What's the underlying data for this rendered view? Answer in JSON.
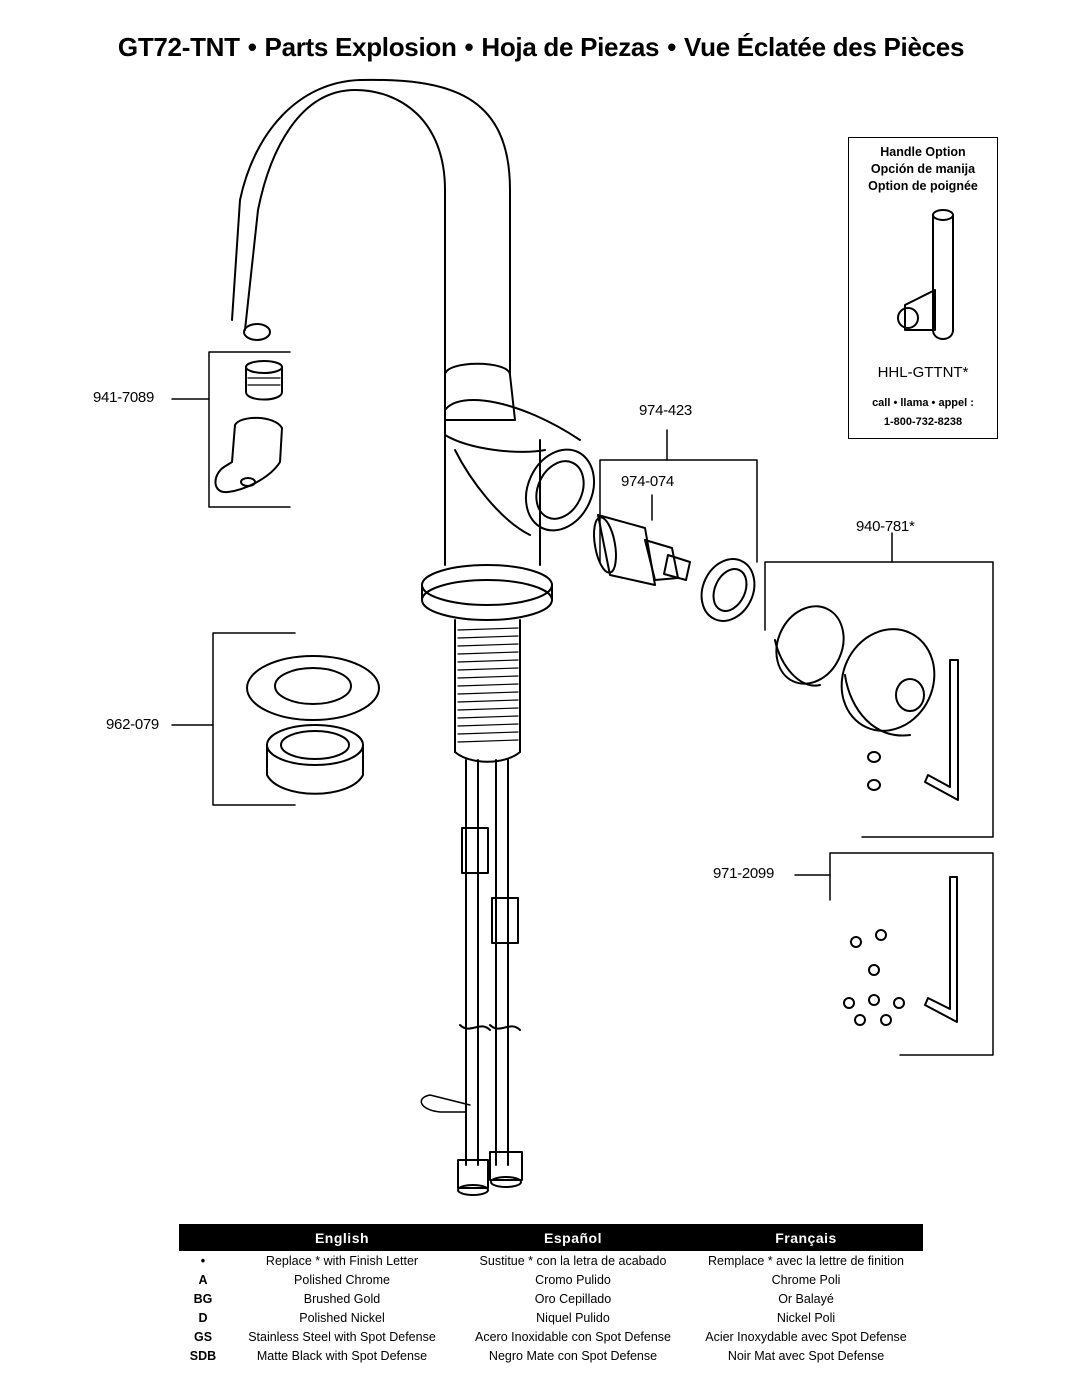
{
  "title": {
    "model": "GT72-TNT",
    "english": "Parts Explosion",
    "spanish": "Hoja de Piezas",
    "french": "Vue Éclatée des Pièces",
    "separator": "•"
  },
  "parts": {
    "aerator": "941-7089",
    "cartridge_assembly": "974-423",
    "cartridge": "974-074",
    "handle_kit": "940-781*",
    "mounting_kit": "962-079",
    "screw_kit": "971-2099"
  },
  "handle_option": {
    "title_en": "Handle Option",
    "title_es": "Opción de manija",
    "title_fr": "Option de poignée",
    "part": "HHL-GTTNT*",
    "call_label": "call • llama • appel :",
    "phone": "1-800-732-8238"
  },
  "legend": {
    "headers": [
      "English",
      "Español",
      "Français"
    ],
    "rows": [
      {
        "code": "•",
        "en": "Replace * with Finish Letter",
        "es": "Sustitue * con la letra de acabado",
        "fr": "Remplace * avec la lettre de finition"
      },
      {
        "code": "A",
        "en": "Polished Chrome",
        "es": "Cromo Pulido",
        "fr": "Chrome Poli"
      },
      {
        "code": "BG",
        "en": "Brushed Gold",
        "es": "Oro Cepillado",
        "fr": "Or Balayé"
      },
      {
        "code": "D",
        "en": "Polished Nickel",
        "es": "Niquel Pulido",
        "fr": "Nickel Poli"
      },
      {
        "code": "GS",
        "en": "Stainless Steel with Spot Defense",
        "es": "Acero Inoxidable con Spot Defense",
        "fr": "Acier Inoxydable avec Spot Defense"
      },
      {
        "code": "SDB",
        "en": "Matte Black with Spot Defense",
        "es": "Negro Mate con Spot Defense",
        "fr": "Noir Mat avec Spot Defense"
      }
    ]
  }
}
